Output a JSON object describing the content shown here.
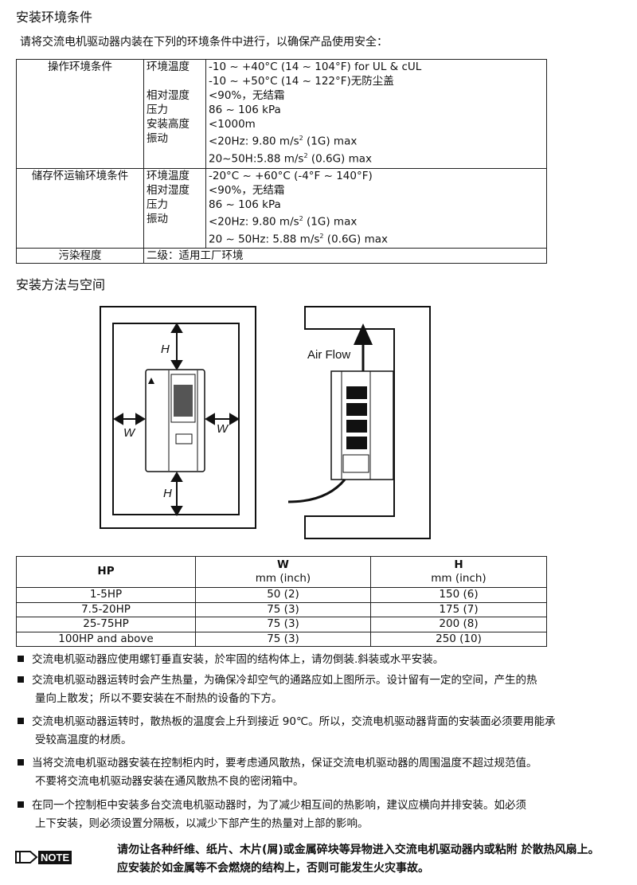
{
  "section1": {
    "title": "安装环境条件",
    "intro": "请将交流电机驱动器内装在下列的环境条件中进行，以确保产品使用安全："
  },
  "env_table": {
    "operation": {
      "label": "操作环境条件",
      "params": [
        "环境温度",
        "",
        "相对湿度",
        "压力",
        "安装高度",
        "振动",
        ""
      ],
      "values": [
        "-10 ~ +40°C (14 ~ 104°F) for UL & cUL",
        "-10 ~ +50°C (14 ~ 122°F)无防尘盖",
        "<90%，无结霜",
        "86 ~ 106 kPa",
        "<1000m",
        "<20Hz: 9.80 m/s",
        "20~50H:5.88 m/s"
      ],
      "vib_tail": [
        " (1G) max",
        " (0.6G) max"
      ]
    },
    "storage": {
      "label": "储存怀运输环境条件",
      "params": [
        "环境温度",
        "相对湿度",
        "压力",
        "振动",
        ""
      ],
      "values": [
        "-20°C ~ +60°C (-4°F ~ 140°F)",
        "<90%，无结霜",
        "86 ~ 106 kPa",
        "<20Hz: 9.80 m/s",
        "20 ~ 50Hz: 5.88 m/s"
      ],
      "vib_tail": [
        " (1G) max",
        " (0.6G) max"
      ]
    },
    "pollution": {
      "label": "污染程度",
      "value": "二级：适用工厂环境"
    },
    "sup": "2"
  },
  "section2": {
    "title": "安装方法与空间"
  },
  "diagram": {
    "h": "H",
    "w": "W",
    "airflow": "Air Flow"
  },
  "clearance_table": {
    "headers": {
      "hp": "HP",
      "w": "W",
      "w_unit": "mm (inch)",
      "h": "H",
      "h_unit": "mm (inch)"
    },
    "rows": [
      [
        "1-5HP",
        "50 (2)",
        "150 (6)"
      ],
      [
        "7.5-20HP",
        "75 (3)",
        "175 (7)"
      ],
      [
        "25-75HP",
        "75 (3)",
        "200 (8)"
      ],
      [
        "100HP and above",
        "75 (3)",
        "250 (10)"
      ]
    ]
  },
  "bullets": [
    [
      "交流电机驱动器应使用螺钉垂直安装，於牢固的结构体上，请勿倒装.斜装或水平安装。"
    ],
    [
      "交流电机驱动器运转时会产生热量，为确保冷却空气的通路应如上图所示。设计留有一定的空间，产生的热",
      "量向上散发；所以不要安装在不耐热的设备的下方。"
    ],
    [
      "交流电机驱动器运转时，散热板的温度会上升到接近 90℃。所以，交流电机驱动器背面的安装面必须要用能承",
      "受较高温度的材质。"
    ],
    [
      "当将交流电机驱动器安装在控制柜内时，要考虑通风散热，保证交流电机驱动器的周围温度不超过规范值。",
      "不要将交流电机驱动器安装在通风散热不良的密闭箱中。"
    ],
    [
      "在同一个控制柜中安装多台交流电机驱动器时，为了减少相互间的热影响，建议应横向并排安装。如必须",
      "上下安装，则必须设置分隔板，以减少下部产生的热量对上部的影响。"
    ]
  ],
  "note": {
    "badge": "NOTE",
    "lines": [
      "请勿让各种纤维、纸片、木片(屑)或金属碎块等异物进入交流电机驱动器内或粘附 於散热风扇上。",
      "应安装於如金属等不会燃烧的结构上，否则可能发生火灾事故。"
    ]
  }
}
